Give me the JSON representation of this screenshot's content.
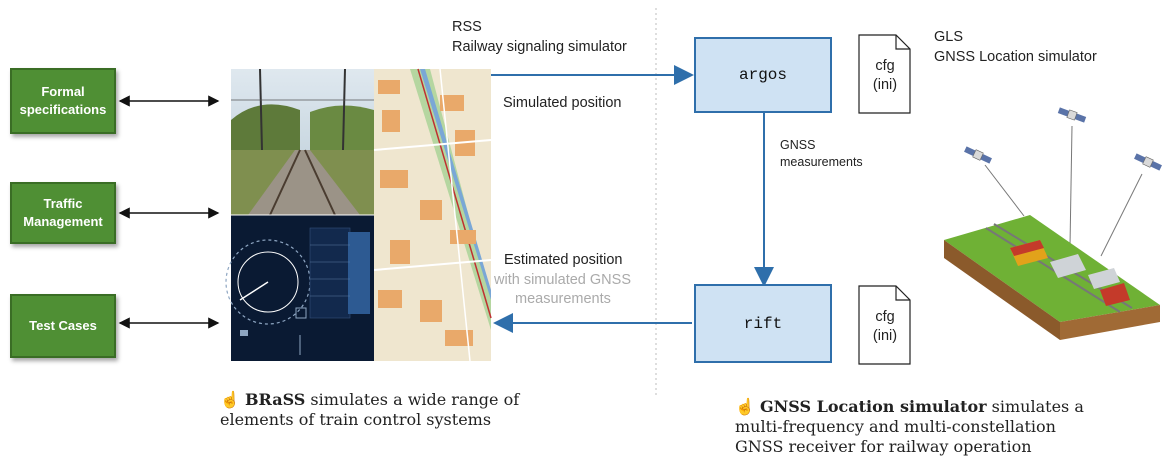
{
  "left_boxes": [
    {
      "label_line1": "Formal",
      "label_line2": "specifications"
    },
    {
      "label_line1": "Traffic",
      "label_line2": "Management"
    },
    {
      "label_line1": "Test Cases",
      "label_line2": ""
    }
  ],
  "rss": {
    "line1": "RSS",
    "line2": "Railway signaling simulator"
  },
  "gls": {
    "line1": "GLS",
    "line2": "GNSS Location simulator"
  },
  "labels": {
    "simulated_position": "Simulated position",
    "estimated_position": "Estimated position",
    "gnss_note_line1": "with simulated GNSS",
    "gnss_note_line2": "measurements",
    "gnss_meas_line1": "GNSS",
    "gnss_meas_line2": "measurements"
  },
  "components": {
    "argos": "argos",
    "rift": "rift"
  },
  "config_file": {
    "line1": "cfg",
    "line2": "(ini)"
  },
  "caption_left": {
    "bold": "BRaSS",
    "rest1": " simulates a wide range of",
    "line2": "elements of train control systems"
  },
  "caption_right": {
    "bold": "GNSS Location simulator",
    "rest1": " simulates a",
    "line2": "multi-frequency and multi-constellation",
    "line3": "GNSS receiver for railway operation"
  },
  "icons": [
    "pointing-hand-icon",
    "satellite-icon",
    "train-icon",
    "document-icon"
  ],
  "colors": {
    "green_box": "#4f8f34",
    "blue_box": "#cfe2f3",
    "blue_arrow": "#2f6fab"
  }
}
